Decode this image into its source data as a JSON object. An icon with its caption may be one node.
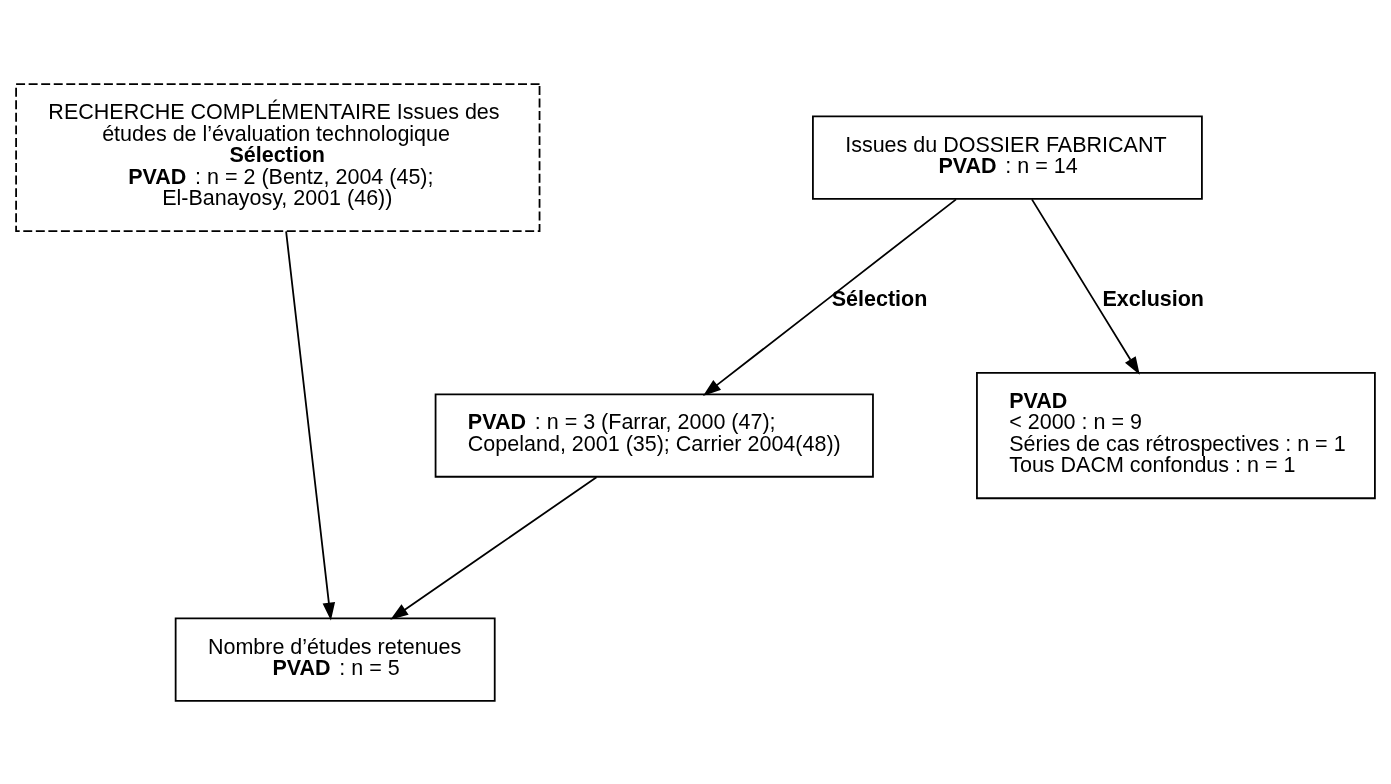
{
  "diagram": {
    "nodes": [
      {
        "text": [
          "RECHERCHE COMPLÉMENTAIRE Issues des études de l’évaluation technologique",
          "**Sélection**",
          "**PVAD** : n = 2 (Bentz, 2004 (45); El-Banayosy, 2001 (46))"
        ]
      },
      {
        "text": [
          "Issues du DOSSIER FABRICANT",
          "**PVAD** : n = 14"
        ]
      },
      {
        "text": [
          "**PVAD** : n = 3 (Farrar, 2000 (47); Copeland, 2001 (35); Carrier 2004(48))"
        ]
      },
      {
        "text": [
          "**PVAD**",
          "< 2000 : n = 9",
          "Séries de cas rétrospectives : n = 1",
          "Tous DACM confondus : n = 1"
        ]
      },
      {
        "text": [
          "Nombre d’études retenues",
          "**PVAD** : n = 5"
        ]
      }
    ],
    "edges": [
      {
        "from": 0,
        "to": 4,
        "arrow": "to"
      },
      {
        "from": 1,
        "to": 2,
        "arrow": "to",
        "label": "Sélection"
      },
      {
        "from": 1,
        "to": 3,
        "arrow": "to",
        "label": "Exclusion"
      },
      {
        "from": 2,
        "to": 4,
        "arrow": "to"
      }
    ]
  }
}
